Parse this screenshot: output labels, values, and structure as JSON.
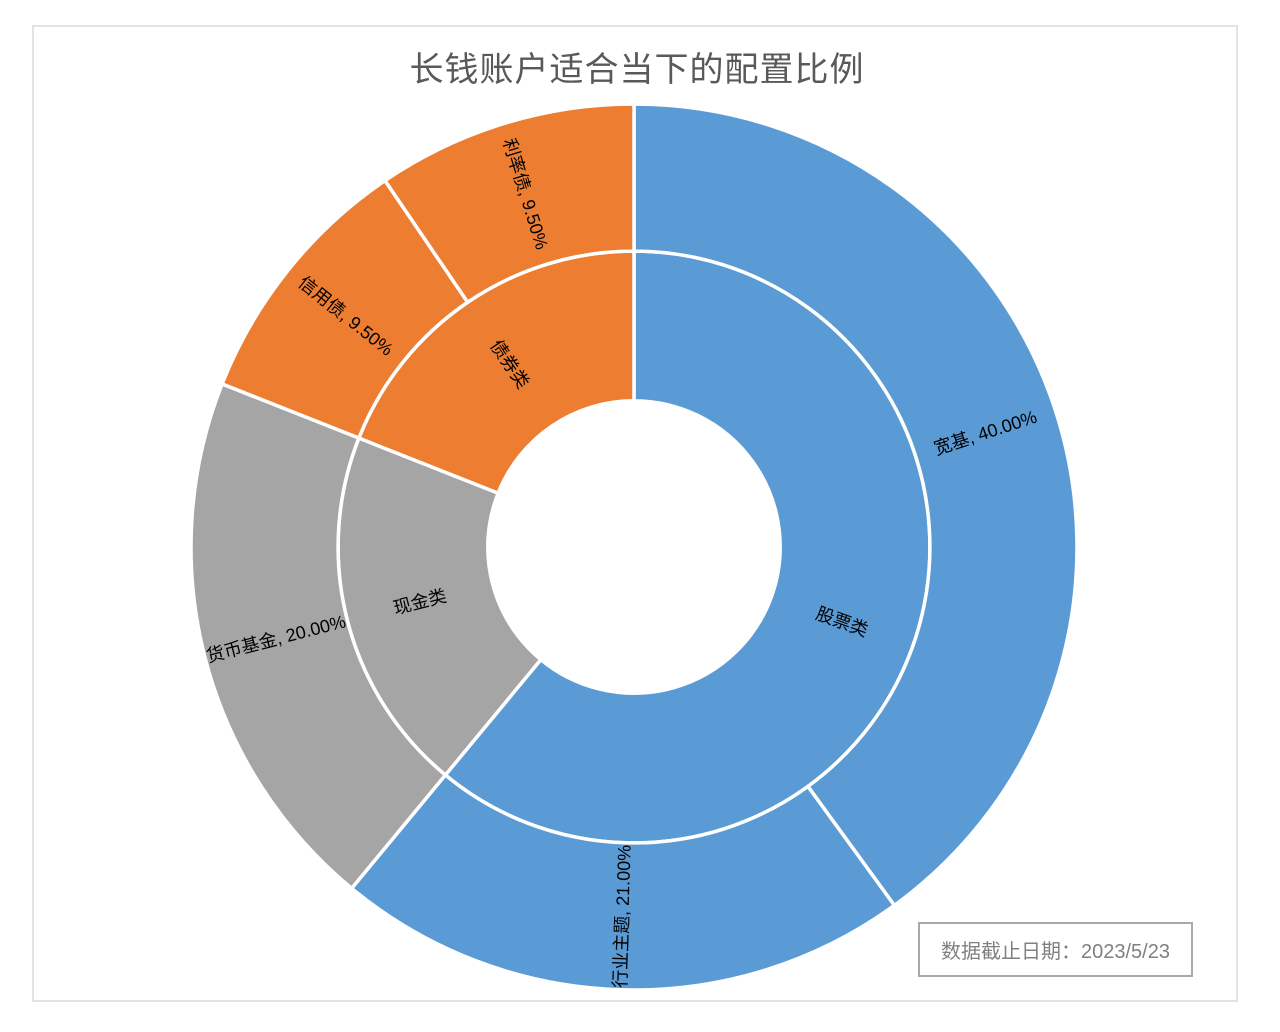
{
  "window": {
    "background": "#FFFFFF",
    "frame_border_color": "#E3E3E3"
  },
  "header": {
    "title": "长钱账户适合当下的配置比例",
    "title_color": "#595959"
  },
  "footer": {
    "text": "数据截止日期：2023/5/23",
    "text_color": "#808080",
    "border_color": "#A9A9A9"
  },
  "chart_data": {
    "type": "pie",
    "subtype": "sunburst-doughnut",
    "title": "长钱账户适合当下的配置比例",
    "unit": "percent",
    "total": 100,
    "direction": "clockwise",
    "start_angle_deg": 0,
    "label_color": "#000000",
    "divider_color": "#FFFFFF",
    "legend": "none",
    "rings": [
      {
        "name": "categories",
        "inner_radius_ratio": 0.33,
        "outer_radius_ratio": 0.668,
        "segments": [
          {
            "id": "stocks",
            "label": "股票类",
            "display_label": "股票类",
            "value": 61,
            "color": "#5B9BD5"
          },
          {
            "id": "cash",
            "label": "现金类",
            "display_label": "现金类",
            "value": 20,
            "color": "#A5A5A5"
          },
          {
            "id": "bonds",
            "label": "债券类",
            "display_label": "债券类",
            "value": 19,
            "color": "#ED7D31"
          }
        ]
      },
      {
        "name": "subcategories",
        "inner_radius_ratio": 0.668,
        "outer_radius_ratio": 1.0,
        "segments": [
          {
            "id": "broad-based",
            "label": "宽基",
            "display_label": "宽基, 40.00%",
            "value": 40,
            "parent": "股票类",
            "color": "#5B9BD5"
          },
          {
            "id": "sector-theme",
            "label": "行业主题",
            "display_label": "行业主题, 21.00%",
            "value": 21,
            "parent": "股票类",
            "color": "#5B9BD5"
          },
          {
            "id": "money-fund",
            "label": "货币基金",
            "display_label": "货币基金, 20.00%",
            "value": 20,
            "parent": "现金类",
            "color": "#A5A5A5"
          },
          {
            "id": "credit-bond",
            "label": "信用债",
            "display_label": "信用债, 9.50%",
            "value": 9.5,
            "parent": "债券类",
            "color": "#ED7D31"
          },
          {
            "id": "rate-bond",
            "label": "利率债",
            "display_label": "利率债, 9.50%",
            "value": 9.5,
            "parent": "债券类",
            "color": "#ED7D31"
          }
        ]
      }
    ]
  }
}
